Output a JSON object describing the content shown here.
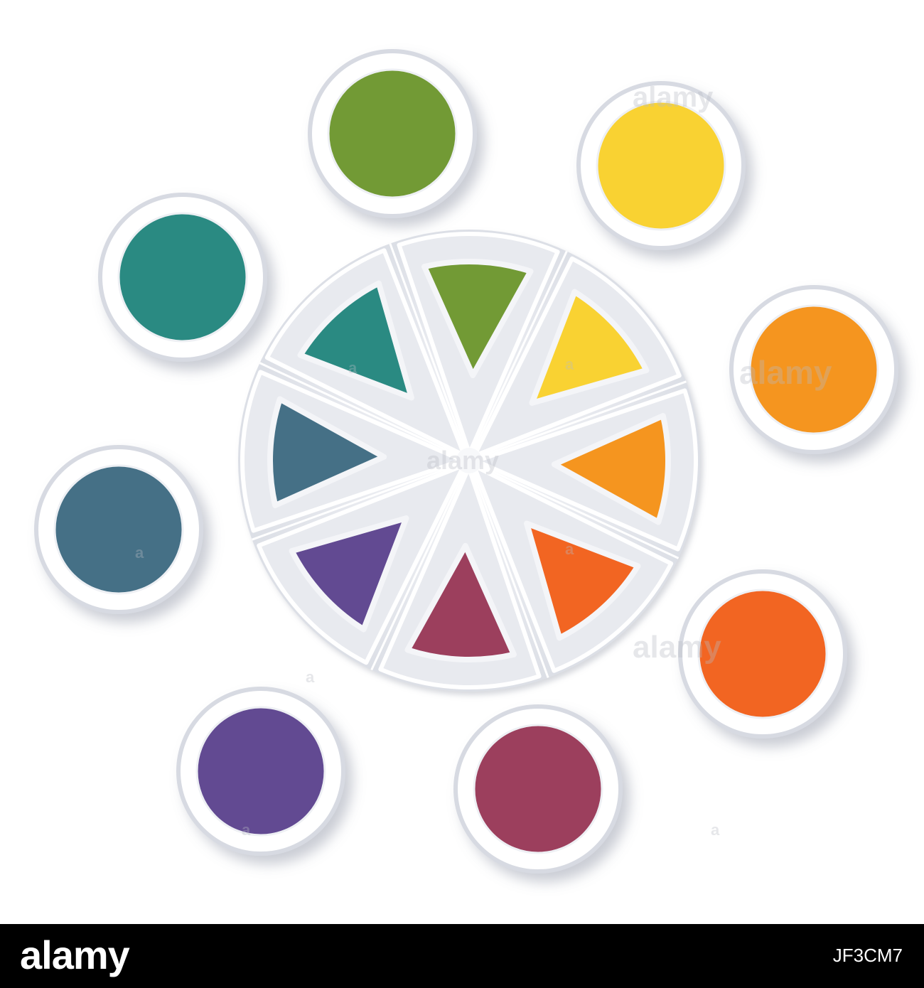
{
  "colors": {
    "green": "#729a35",
    "yellow": "#f9d232",
    "orange": "#f5951f",
    "red_orange": "#f26522",
    "crimson": "#9c3f5d",
    "purple": "#624a92",
    "slate_blue": "#457086",
    "teal": "#2a8a82",
    "plate_fill": "#ffffff",
    "plate_ring": "#d7dae2",
    "footer_bg": "#000000"
  },
  "wheel_segments": [
    {
      "color_key": "green"
    },
    {
      "color_key": "yellow"
    },
    {
      "color_key": "orange"
    },
    {
      "color_key": "red_orange"
    },
    {
      "color_key": "crimson"
    },
    {
      "color_key": "purple"
    },
    {
      "color_key": "slate_blue"
    },
    {
      "color_key": "teal"
    }
  ],
  "satellite_circles": [
    {
      "color_key": "green"
    },
    {
      "color_key": "yellow"
    },
    {
      "color_key": "orange"
    },
    {
      "color_key": "red_orange"
    },
    {
      "color_key": "crimson"
    },
    {
      "color_key": "purple"
    },
    {
      "color_key": "slate_blue"
    },
    {
      "color_key": "teal"
    }
  ],
  "watermark": {
    "brand": "alamy",
    "small_mark": "a"
  },
  "footer": {
    "brand": "alamy",
    "image_code": "JF3CM7"
  }
}
